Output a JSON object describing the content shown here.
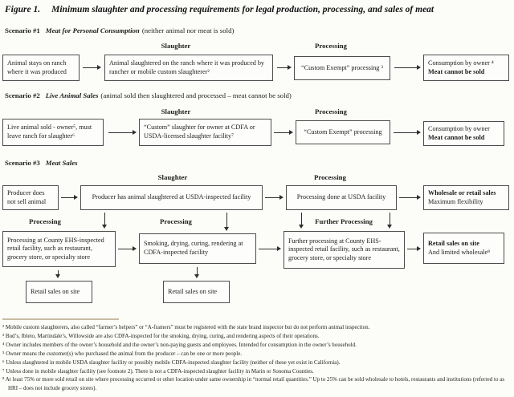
{
  "title": {
    "prefix": "Figure 1.",
    "text": "Minimum slaughter and processing requirements for legal production, processing, and sales of meat"
  },
  "scenarios": [
    {
      "num": "Scenario #1",
      "name": "Meat for Personal Consumption",
      "note": "(neither animal nor meat is sold)"
    },
    {
      "num": "Scenario #2",
      "name": "Live Animal Sales",
      "note": "(animal sold then slaughtered and processed – meat cannot be sold)"
    },
    {
      "num": "Scenario #3",
      "name": "Meat Sales",
      "note": ""
    }
  ],
  "column_headers": {
    "slaughter": "Slaughter",
    "processing": "Processing",
    "further_processing": "Further Processing"
  },
  "boxes": {
    "s1_origin": "Animal stays on ranch where it was produced",
    "s1_slaughter": "Animal slaughtered on the ranch where it was produced by rancher or mobile custom slaughterer²",
    "s1_processing": "“Custom Exempt” processing ³",
    "s1_outcome": {
      "line1": "Consumption by owner ⁴",
      "line2": "Meat cannot be sold"
    },
    "s2_origin": "Live animal sold - owner⁵, must leave ranch for slaughter⁶",
    "s2_slaughter": "“Custom” slaughter for owner at CDFA or USDA-licensed slaughter facility⁷",
    "s2_processing": "“Custom Exempt” processing",
    "s2_outcome": {
      "line1": "Consumption by owner",
      "line2": "Meat cannot be sold"
    },
    "s3_origin": "Producer does not sell animal",
    "s3_slaughter": "Producer has animal slaughtered at USDA-inspected facility",
    "s3_processing": "Processing done at USDA facility",
    "s3_outcome": {
      "line1": "Wholesale or retail sales",
      "line2": "Maximum flexibility"
    },
    "county_processing": "Processing at County EHS-inspected retail facility, such as restaurant, grocery store, or specialty store",
    "cdfa_processing": "Smoking, drying, curing, rendering at CDFA-inspected facility",
    "further_processing": "Further processing at County EHS-inspected retail facility, such as restaurant, grocery store, or specialty store",
    "retail_onsite_left": "Retail sales on site",
    "retail_onsite_mid": "Retail sales on site",
    "retail_wholesale": {
      "line1": "Retail sales on site",
      "line2": "And limited wholesale⁸"
    }
  },
  "footnotes": [
    "² Mobile custom slaughterers, also called “farmer’s helpers” or “A-framers” must be registered with the state brand inspector but do not perform animal inspection.",
    "³ Bud’s, Ibleto, Martindale’s, Willowside are also CDFA-inspected for the smoking, drying, curing, and rendering aspects of their operations.",
    "⁴ Owner includes members of the owner’s household and the owner’s non-paying guests and employees. Intended for consumption in the owner’s household.",
    "⁵ Owner means the customer(s) who purchased the animal from the producer – can be one or more people.",
    "⁶ Unless slaughtered in mobile USDA slaughter facility or possibly mobile CDFA-inspected slaughter facility (neither of these yet exist in California).",
    "⁷ Unless done in mobile slaughter facility (see footnote 2). There is not a CDFA-inspected slaughter facility in Marin or Sonoma Counties.",
    "⁸ At least 75% or more sold retail on site where processing occurred or other location under same ownership in “normal retail quantities.”  Up to 25% can be sold wholesale to hotels, restaurants and institutions (referred to as HRI – does not include grocery stores)."
  ],
  "colors": {
    "background": "#fcfcf9",
    "text": "#1c1c1c",
    "box_border": "#4d4d4d",
    "footnote_separator": "#c9bca4"
  }
}
